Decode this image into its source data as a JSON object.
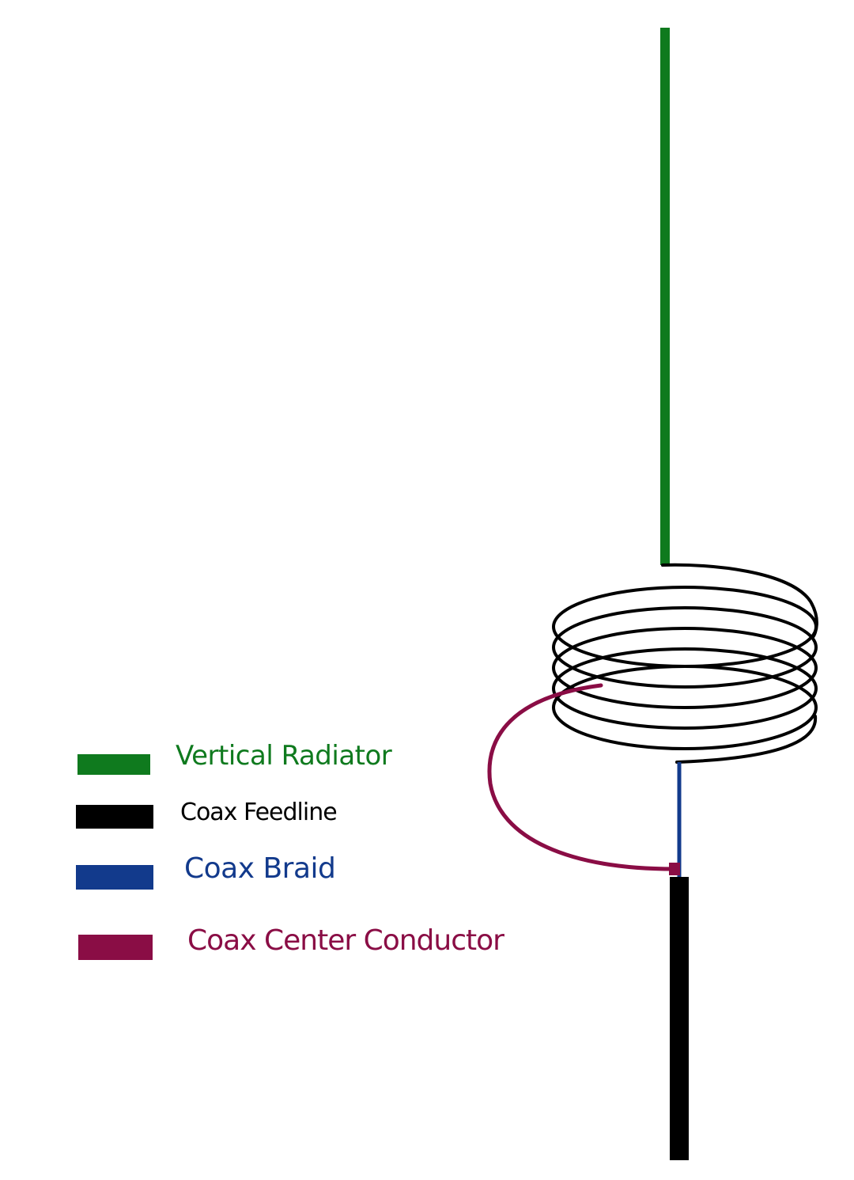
{
  "legend": {
    "items": [
      {
        "key": "radiator",
        "label": "Vertical Radiator",
        "color": "#0f7a1e"
      },
      {
        "key": "feedline",
        "label": "Coax Feedline",
        "color": "#000000"
      },
      {
        "key": "braid",
        "label": "Coax Braid",
        "color": "#123a8c"
      },
      {
        "key": "center",
        "label": "Coax Center Conductor",
        "color": "#8a0d45"
      }
    ]
  },
  "colors": {
    "background": "#ffffff",
    "coil": "#000000"
  }
}
